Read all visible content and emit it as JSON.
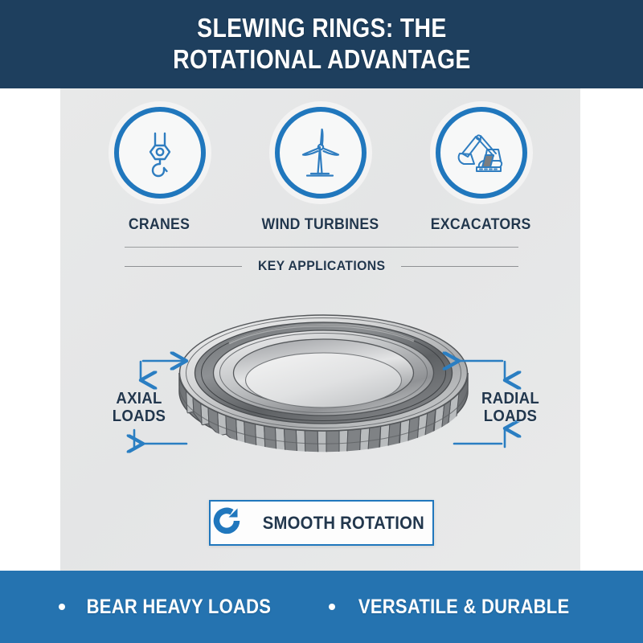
{
  "header": {
    "title": "SLEWING RINGS: THE\nROTATIONAL ADVANTAGE"
  },
  "applications": {
    "section_label": "KEY APPLICATIONS",
    "items": [
      {
        "label": "CRANES",
        "icon": "crane-hook-icon"
      },
      {
        "label": "WIND TURBINES",
        "icon": "wind-turbine-icon"
      },
      {
        "label": "EXCACATORS",
        "icon": "excavator-icon"
      }
    ]
  },
  "diagram": {
    "product": "slewing-ring-bearing",
    "loads": [
      {
        "id": "axial",
        "label": "AXIAL\nLOADS"
      },
      {
        "id": "radial",
        "label": "RADIAL\nLOADS"
      }
    ]
  },
  "rotation_badge": {
    "label": "SMOOTH ROTATION",
    "icon": "rotation-arrow-icon"
  },
  "footer": {
    "items": [
      {
        "label": "BEAR HEAVY LOADS"
      },
      {
        "label": "VERSATILE & DURABLE"
      }
    ]
  },
  "colors": {
    "header_navy": "#1e3f5e",
    "footer_blue": "#2573b0",
    "accent_blue": "#2077bd",
    "panel_gray": "#e7e8e9",
    "text_dark": "#22374d"
  }
}
